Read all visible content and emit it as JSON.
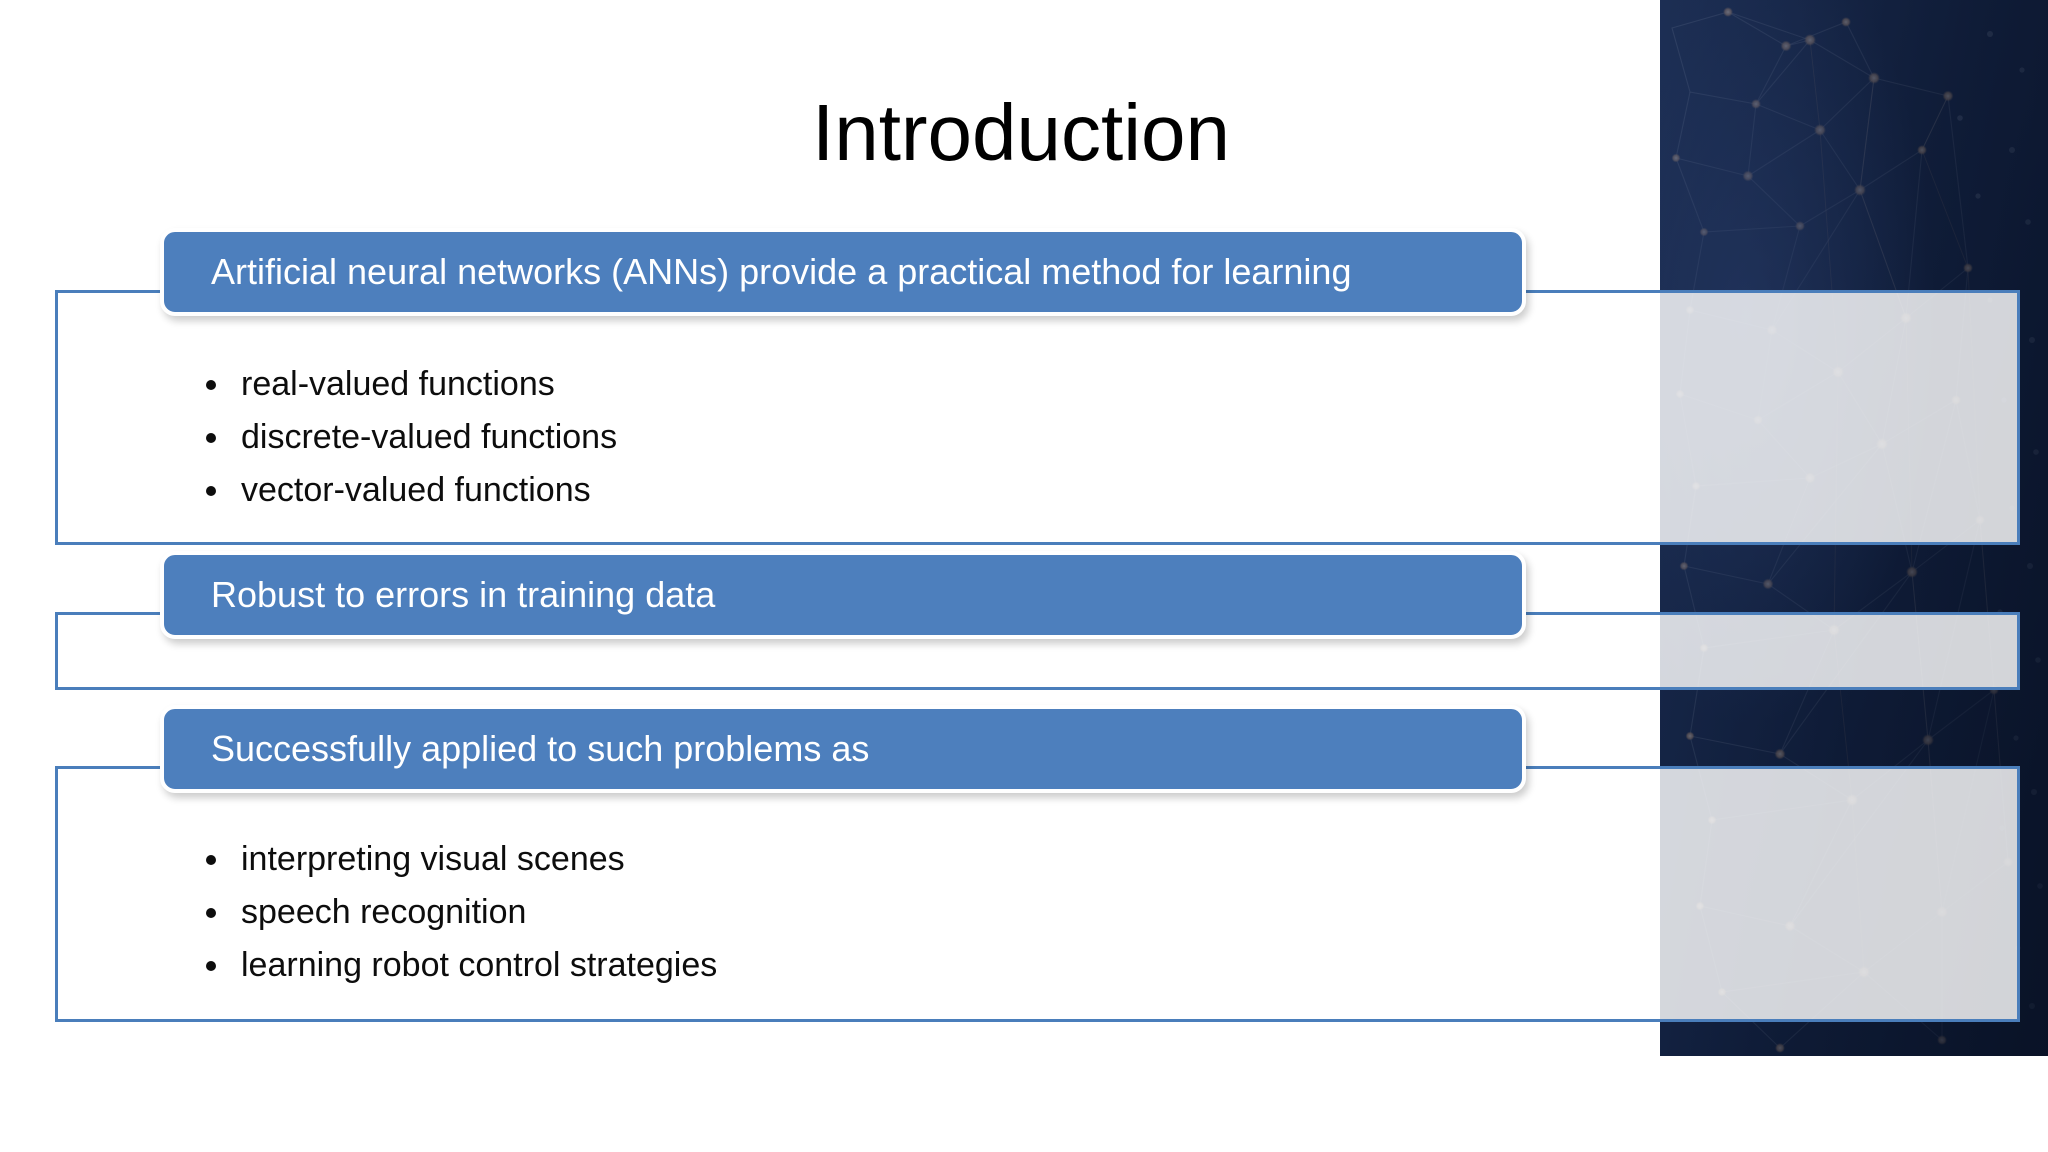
{
  "slide": {
    "title": "Introduction",
    "background_color": "#ffffff",
    "accent_color": "#4d7fbd",
    "border_color": "#4a7ebb",
    "bar_text_color": "#ffffff",
    "body_text_color": "#0d0d0d"
  },
  "decoration": {
    "image_name": "network-nodes-photo",
    "description": "dark navy abstract network of connected nodes",
    "base_color": "#16274a",
    "node_color": "#d8b79a"
  },
  "sections": [
    {
      "header": "Artificial neural networks (ANNs) provide a practical method for learning",
      "bullets": [
        "real-valued functions",
        "discrete-valued functions",
        "vector-valued functions"
      ]
    },
    {
      "header": "Robust to errors in training data",
      "bullets": []
    },
    {
      "header": "Successfully applied to such problems as",
      "bullets": [
        "interpreting visual scenes",
        "speech recognition",
        "learning robot control strategies"
      ]
    }
  ]
}
